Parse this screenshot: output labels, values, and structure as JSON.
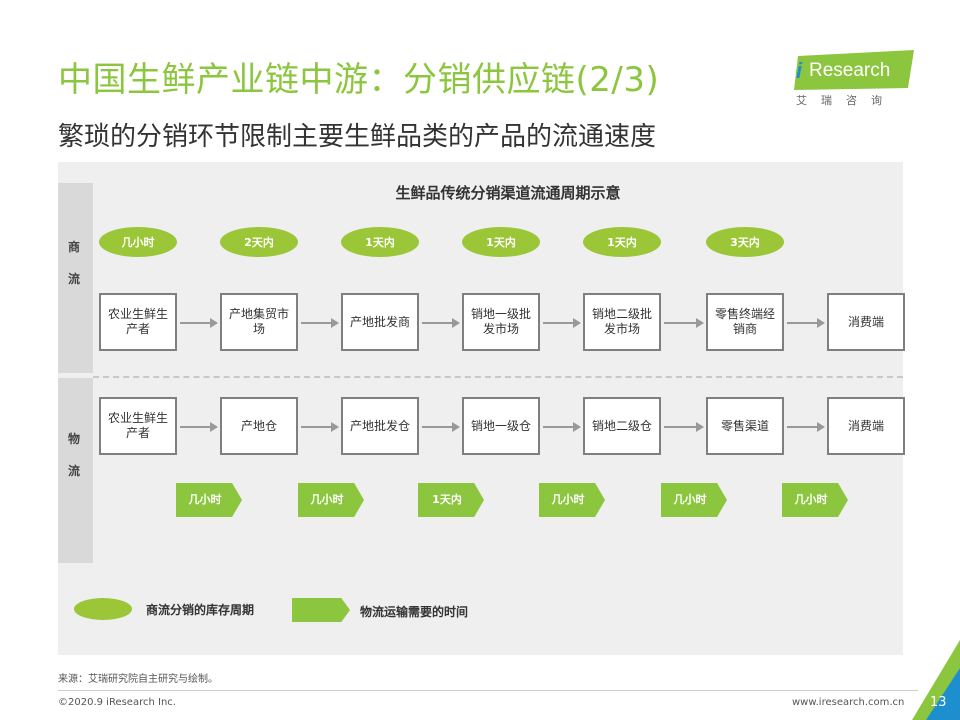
{
  "header": {
    "title": "中国生鲜产业链中游：分销供应链(2/3)",
    "subtitle": "繁琐的分销环节限制主要生鲜品类的产品的流通速度"
  },
  "logo": {
    "brand_i": "i",
    "brand": "Research",
    "sub": "艾瑞咨询",
    "color": "#8cc63f"
  },
  "diagram": {
    "title": "生鲜品传统分销渠道流通周期示意",
    "side_commerce": [
      "商",
      "流"
    ],
    "side_logistics": [
      "物",
      "流"
    ],
    "commerce_times": [
      "几小时",
      "2天内",
      "1天内",
      "1天内",
      "1天内",
      "3天内"
    ],
    "commerce_nodes": [
      "农业生鲜生产者",
      "产地集贸市场",
      "产地批发商",
      "销地一级批发市场",
      "销地二级批发市场",
      "零售终端经销商",
      "消费端"
    ],
    "logistics_nodes": [
      "农业生鲜生产者",
      "产地仓",
      "产地批发仓",
      "销地一级仓",
      "销地二级仓",
      "零售渠道",
      "消费端"
    ],
    "logistics_times": [
      "几小时",
      "几小时",
      "1天内",
      "几小时",
      "几小时",
      "几小时"
    ]
  },
  "legend": {
    "ellipse_label": "商流分销的库存周期",
    "arrow_label": "物流运输需要的时间"
  },
  "footer": {
    "source": "来源：艾瑞研究院自主研究与绘制。",
    "copyright": "©2020.9 iResearch Inc.",
    "site": "www.iresearch.com.cn",
    "page": "13"
  },
  "colors": {
    "accent": "#8cc63f",
    "ellipse": "#9bc638",
    "corner": "#1d8fcf"
  }
}
